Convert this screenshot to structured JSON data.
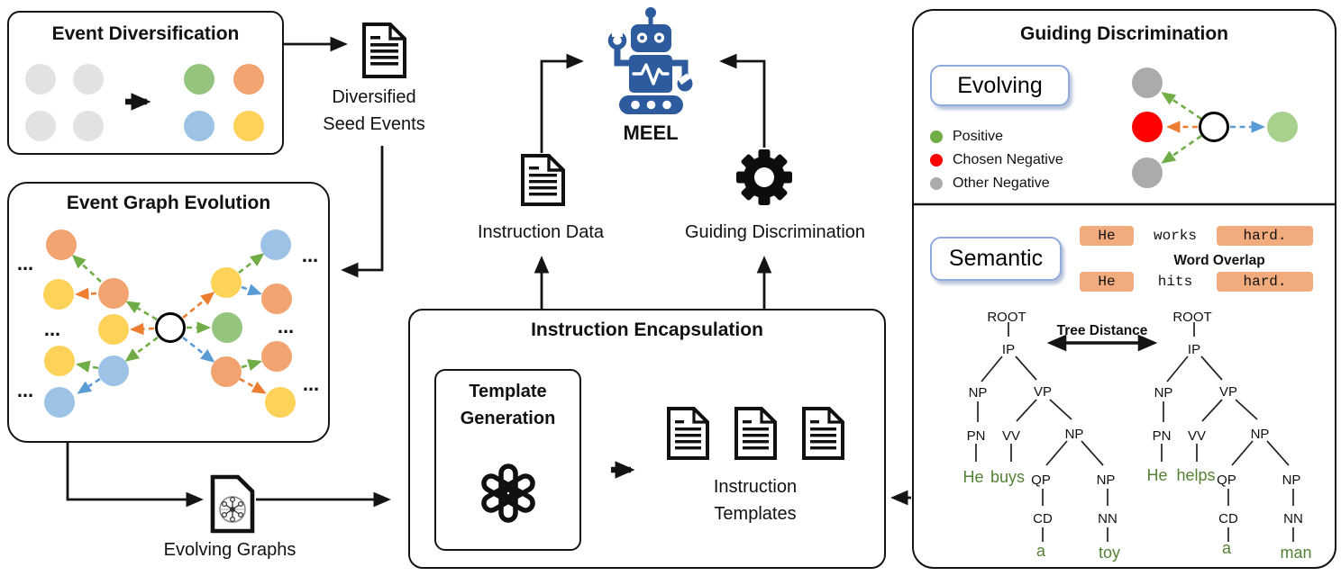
{
  "colors": {
    "node_green": "#94C47D",
    "node_orange": "#F1A46F",
    "node_blue": "#9CC3E5",
    "node_yellow": "#FCD258",
    "node_gray": "#E2E2E2",
    "arrow_green": "#70AD47",
    "arrow_orange": "#ED7D31",
    "arrow_blue": "#5B9BD5",
    "legend_green": "#70AD47",
    "legend_red": "#FF0000",
    "legend_gray": "#ABABAB",
    "evolve_green": "#A9D18E",
    "robot_blue": "#2E5B9E",
    "highlight_orange": "#F2AB7D",
    "word_green": "#538135",
    "badge_border": "#8FAADC"
  },
  "boxes": {
    "event_diversification": {
      "title": "Event Diversification"
    },
    "event_graph_evolution": {
      "title": "Event Graph Evolution",
      "ellipsis": "..."
    },
    "instruction_encapsulation": {
      "title": "Instruction Encapsulation"
    }
  },
  "labels": {
    "seed_events_line1": "Diversified",
    "seed_events_line2": "Seed Events",
    "evolving_graphs": "Evolving Graphs",
    "instruction_data": "Instruction Data",
    "guiding_discrimination": "Guiding Discrimination",
    "meel": "MEEL",
    "template_generation_line1": "Template",
    "template_generation_line2": "Generation",
    "instruction_templates_line1": "Instruction",
    "instruction_templates_line2": "Templates"
  },
  "panel": {
    "title": "Guiding Discrimination",
    "evolving": {
      "badge": "Evolving",
      "legend": [
        {
          "label": "Positive",
          "color": "#70AD47"
        },
        {
          "label": "Chosen Negative",
          "color": "#FF0000"
        },
        {
          "label": "Other Negative",
          "color": "#ABABAB"
        }
      ]
    },
    "semantic": {
      "badge": "Semantic",
      "word_overlap": "Word Overlap",
      "tree_distance": "Tree Distance",
      "sentence_top": {
        "t1": "He",
        "t2": "works",
        "t3": "hard."
      },
      "sentence_bottom": {
        "t1": "He",
        "t2": "hits",
        "t3": "hard."
      },
      "tags": {
        "root": "ROOT",
        "ip": "IP",
        "np": "NP",
        "vp": "VP",
        "pn": "PN",
        "vv": "VV",
        "qp": "QP",
        "cd": "CD",
        "nn": "NN"
      },
      "tree_left_words": {
        "subj": "He",
        "verb": "buys",
        "det": "a",
        "obj": "toy"
      },
      "tree_right_words": {
        "subj": "He",
        "verb": "helps",
        "det": "a",
        "obj": "man"
      }
    }
  }
}
